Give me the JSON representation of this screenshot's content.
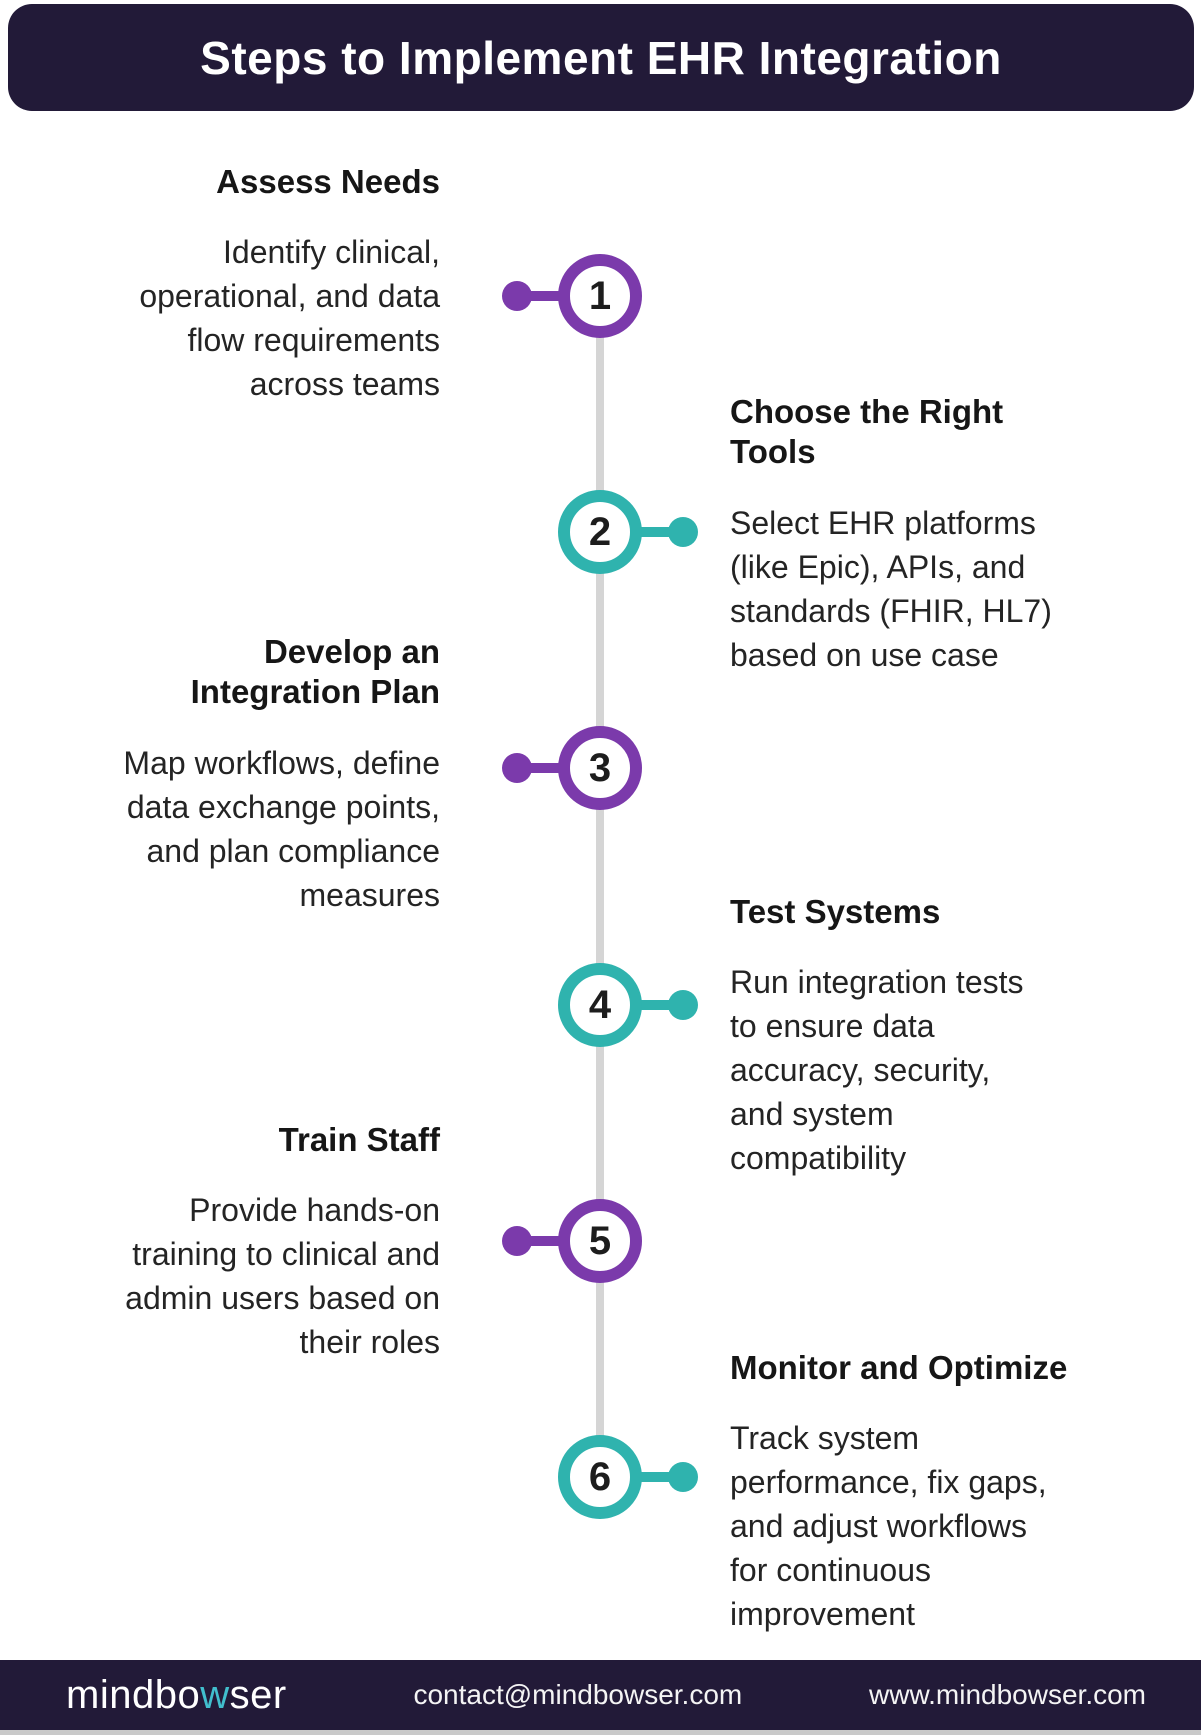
{
  "header": {
    "title": "Steps to Implement EHR Integration"
  },
  "timeline": {
    "steps": [
      {
        "number": "1",
        "title": "Assess Needs",
        "description": "Identify clinical,\noperational, and data\nflow requirements\nacross teams"
      },
      {
        "number": "2",
        "title": "Choose the Right\nTools",
        "description": "Select EHR platforms\n(like Epic), APIs, and\nstandards (FHIR, HL7)\nbased on use case"
      },
      {
        "number": "3",
        "title": "Develop an\nIntegration Plan",
        "description": "Map workflows, define\ndata exchange points,\nand plan compliance\nmeasures"
      },
      {
        "number": "4",
        "title": "Test Systems",
        "description": "Run integration tests\nto ensure data\naccuracy, security,\nand system\ncompatibility"
      },
      {
        "number": "5",
        "title": "Train Staff",
        "description": "Provide hands-on\ntraining to clinical and\nadmin users based on\ntheir roles"
      },
      {
        "number": "6",
        "title": "Monitor and Optimize",
        "description": "Track system\nperformance, fix gaps,\nand adjust workflows\nfor continuous\nimprovement"
      }
    ]
  },
  "footer": {
    "logo_prefix": "mindbo",
    "logo_accent": "w",
    "logo_suffix": "ser",
    "email": "contact@mindbowser.com",
    "website": "www.mindbowser.com"
  },
  "colors": {
    "dark": "#221A38",
    "purple": "#7B3AAB",
    "teal": "#2FB3AE",
    "line": "#D5D5D5",
    "logo_accent": "#41BECD"
  }
}
